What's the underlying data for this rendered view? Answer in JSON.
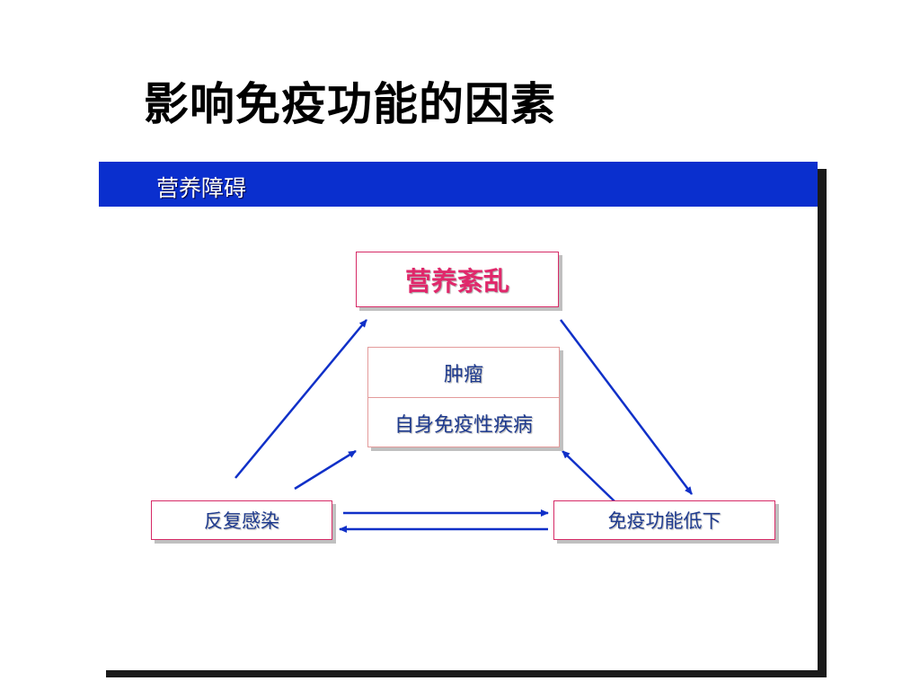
{
  "slide": {
    "title": "影响免疫功能的因素"
  },
  "banner": {
    "label": "营养障碍"
  },
  "diagram": {
    "top_node": "营养紊乱",
    "center_items": [
      "肿瘤",
      "自身免疫性疾病"
    ],
    "left_node": "反复感染",
    "right_node": "免疫功能低下"
  },
  "colors": {
    "banner": "#0a2fce",
    "arrow": "#1030c8",
    "box_border": "#d62a66",
    "top_text": "#e0286b",
    "node_text": "#1f3b8f"
  }
}
